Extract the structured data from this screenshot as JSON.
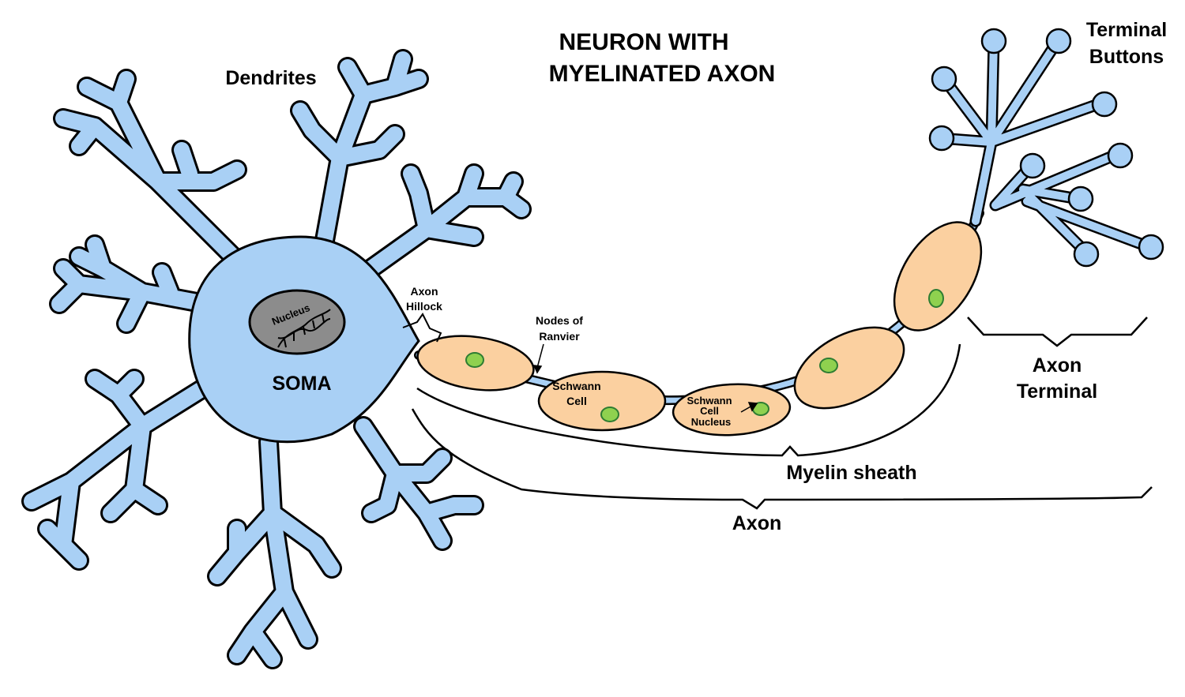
{
  "title": [
    "NEURON WITH",
    "MYELINATED AXON"
  ],
  "labels": {
    "dendrites": "Dendrites",
    "soma": "SOMA",
    "nucleus": "Nucleus",
    "axon_hillock": [
      "Axon",
      "Hillock"
    ],
    "nodes_of_ranvier": [
      "Nodes of",
      "Ranvier"
    ],
    "schwann_cell": [
      "Schwann",
      "Cell"
    ],
    "schwann_cell_nucleus": [
      "Schwann",
      "Cell",
      "Nucleus"
    ],
    "terminal_buttons": [
      "Terminal",
      "Buttons"
    ],
    "axon_terminal": [
      "Axon",
      "Terminal"
    ],
    "myelin_sheath": "Myelin sheath",
    "axon": "Axon"
  },
  "colors": {
    "neuron_blue": "#a9d0f5",
    "myelin_peach": "#fbd0a0",
    "schwann_nucleus_green": "#8fd14f",
    "nucleus_gray": "#8c8c8c",
    "outline": "#000000"
  }
}
